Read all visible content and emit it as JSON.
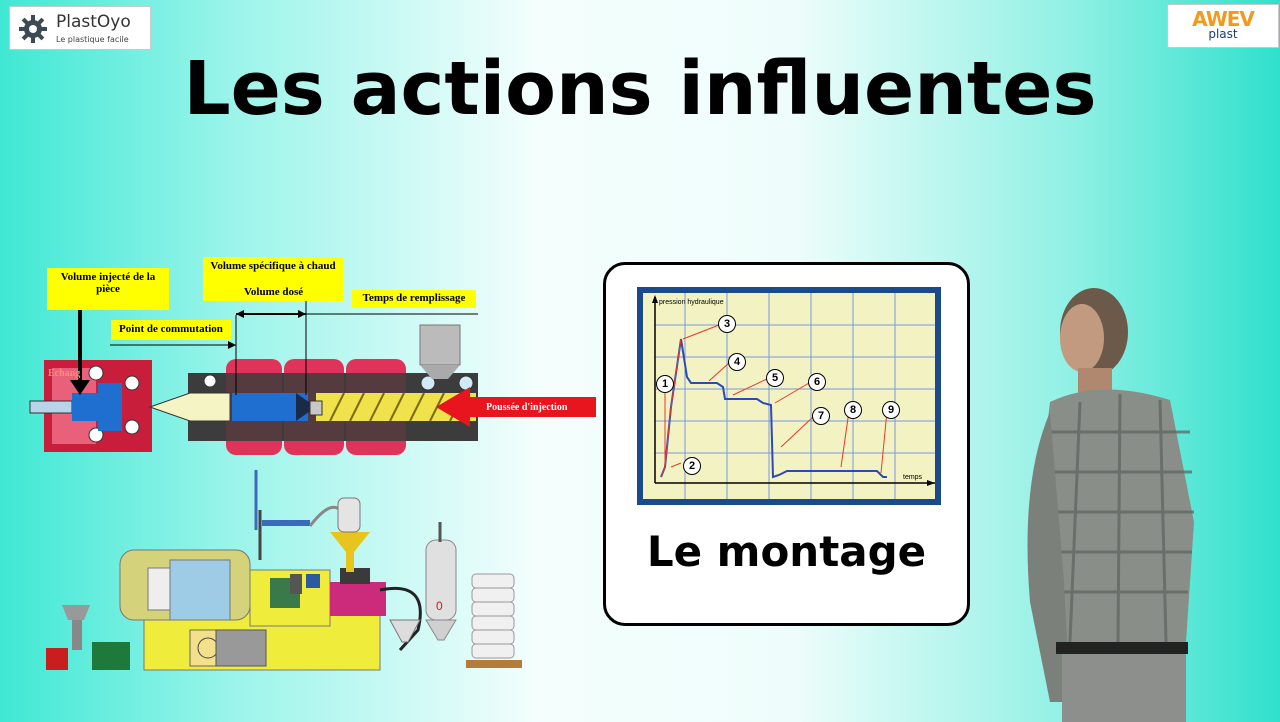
{
  "logo_left": {
    "brand": "PlastOyo",
    "tagline": "Le plastique facile",
    "icon": "gear-icon"
  },
  "logo_right": {
    "mark": "AWEV",
    "sub": "plast"
  },
  "title": "Les actions influentes",
  "injection_diagram": {
    "labels": {
      "volume_injecte": "Volume injecté de la pièce",
      "volume_specifique": "Volume spécifique à chaud",
      "volume_dose": "Volume dosé",
      "temps_remplissage": "Temps de remplissage",
      "point_commutation": "Point de commutation",
      "echange": "Echang",
      "poussee": "Poussée d'injection"
    }
  },
  "card": {
    "caption": "Le montage",
    "graph": {
      "y_label": "pression hydraulique",
      "x_label": "temps",
      "markers": [
        "1",
        "2",
        "3",
        "4",
        "5",
        "6",
        "7",
        "8",
        "9"
      ]
    }
  }
}
